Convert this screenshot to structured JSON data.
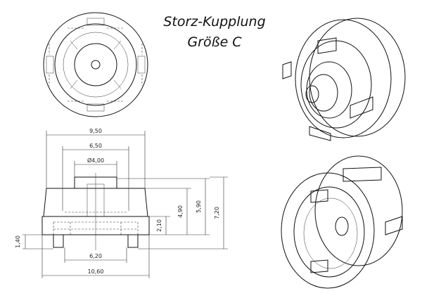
{
  "title": {
    "line1": "Storz-Kupplung",
    "line2": "Größe C"
  },
  "dimensions": {
    "overall_width": "9,50",
    "inner_width": "6,50",
    "bore_diameter": "Ø4,00",
    "bottom_inner_width": "6,20",
    "bottom_overall_width": "10,60",
    "lug_height": "1,40",
    "flange_height": "2,10",
    "body_height": "4,90",
    "step_height": "5,90",
    "total_height": "7,20"
  },
  "colors": {
    "line": "#111111",
    "background": "#ffffff",
    "metal_light": "#f2f2f2",
    "metal_mid": "#d4d4d4",
    "metal_dark": "#a8a8a8"
  }
}
